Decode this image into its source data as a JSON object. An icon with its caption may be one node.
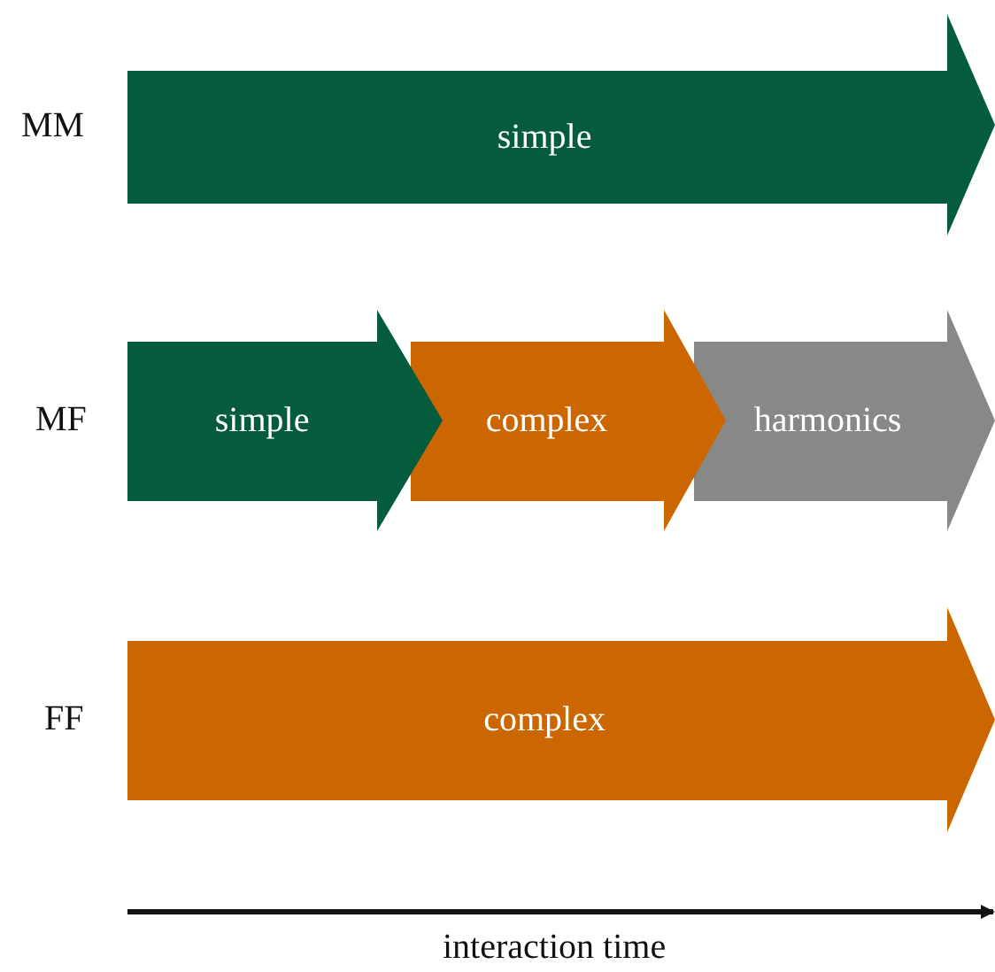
{
  "diagram": {
    "nodes": [
      {
        "text": [
          "simple"
        ]
      },
      {
        "text": [
          "simple"
        ]
      },
      {
        "text": [
          "complex"
        ]
      },
      {
        "text": [
          "harmonics"
        ]
      },
      {
        "text": [
          "complex"
        ]
      }
    ],
    "labels": [
      "MM",
      "MF",
      "FF",
      "interaction time"
    ]
  }
}
